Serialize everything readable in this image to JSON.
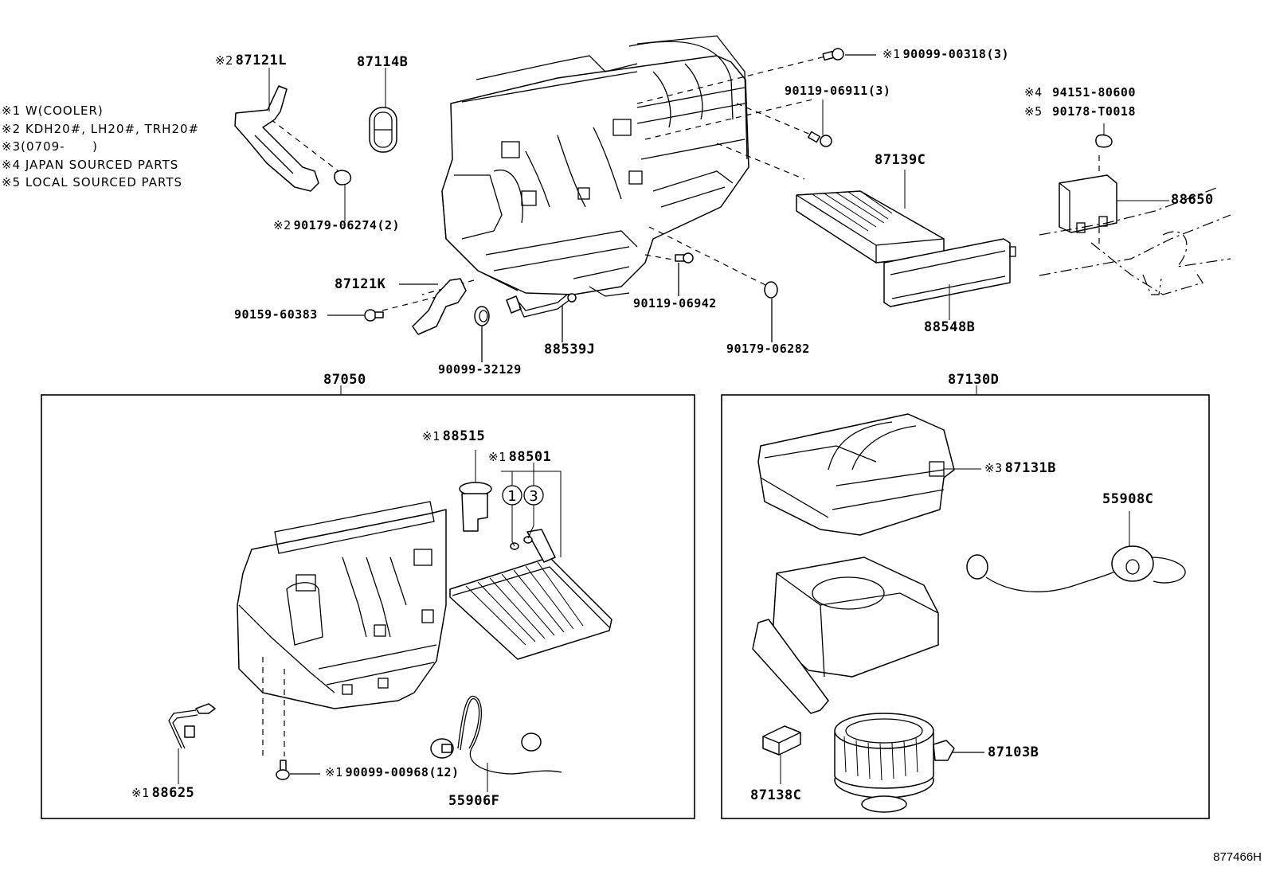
{
  "diagram": {
    "title": "Heater & Air Conditioner Unit / Blower Unit parts diagram",
    "reference_code": "877466H",
    "legend": [
      {
        "mark": "※1",
        "text": "W(COOLER)"
      },
      {
        "mark": "※2",
        "text": "KDH20#, LH20#, TRH20#"
      },
      {
        "mark": "※3",
        "text": "(0709-      )"
      },
      {
        "mark": "※4",
        "text": "JAPAN SOURCED PARTS"
      },
      {
        "mark": "※5",
        "text": "LOCAL SOURCED PARTS"
      }
    ],
    "callouts": {
      "p87121L": {
        "mark": "※2",
        "number": "87121L"
      },
      "p87114B": {
        "mark": "",
        "number": "87114B"
      },
      "p90179_06274": {
        "mark": "※2",
        "number": "90179-06274(2)"
      },
      "p90099_00318": {
        "mark": "※1",
        "number": "90099-00318(3)"
      },
      "p90119_06911": {
        "mark": "",
        "number": "90119-06911(3)"
      },
      "p94151_80600": {
        "mark": "※4",
        "number": "94151-80600"
      },
      "p90178_T0018": {
        "mark": "※5",
        "number": "90178-T0018"
      },
      "p87139C": {
        "mark": "",
        "number": "87139C"
      },
      "p88650": {
        "mark": "",
        "number": "88650"
      },
      "p88548B": {
        "mark": "",
        "number": "88548B"
      },
      "p87121K": {
        "mark": "",
        "number": "87121K"
      },
      "p90159_60383": {
        "mark": "",
        "number": "90159-60383"
      },
      "p90119_06942": {
        "mark": "",
        "number": "90119-06942"
      },
      "p90179_06282": {
        "mark": "",
        "number": "90179-06282"
      },
      "p88539J": {
        "mark": "",
        "number": "88539J"
      },
      "p90099_32129": {
        "mark": "",
        "number": "90099-32129"
      },
      "p87050": {
        "mark": "",
        "number": "87050"
      },
      "p87130D": {
        "mark": "",
        "number": "87130D"
      },
      "p88515": {
        "mark": "※1",
        "number": "88515"
      },
      "p88501": {
        "mark": "※1",
        "number": "88501"
      },
      "p87131B": {
        "mark": "※3",
        "number": "87131B"
      },
      "p55908C": {
        "mark": "",
        "number": "55908C"
      },
      "p88625": {
        "mark": "※1",
        "number": "88625"
      },
      "p90099_00968": {
        "mark": "※1",
        "number": "90099-00968(12)"
      },
      "p55906F": {
        "mark": "",
        "number": "55906F"
      },
      "p87138C": {
        "mark": "",
        "number": "87138C"
      },
      "p87103B": {
        "mark": "",
        "number": "87103B"
      }
    },
    "circled_refs": [
      "1",
      "3"
    ]
  }
}
